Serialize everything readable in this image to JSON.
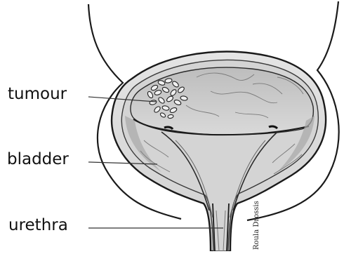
{
  "labels": {
    "tumour": "tumour",
    "bladder": "bladder",
    "urethra": "urethra"
  },
  "signature": "Roula Drossis",
  "colors": {
    "outline": "#1a1a1a",
    "tissue_light": "#e2e2e2",
    "tissue_mid": "#c8c8c8",
    "tissue_dark": "#9a9a9a",
    "leader_line": "#333333"
  }
}
